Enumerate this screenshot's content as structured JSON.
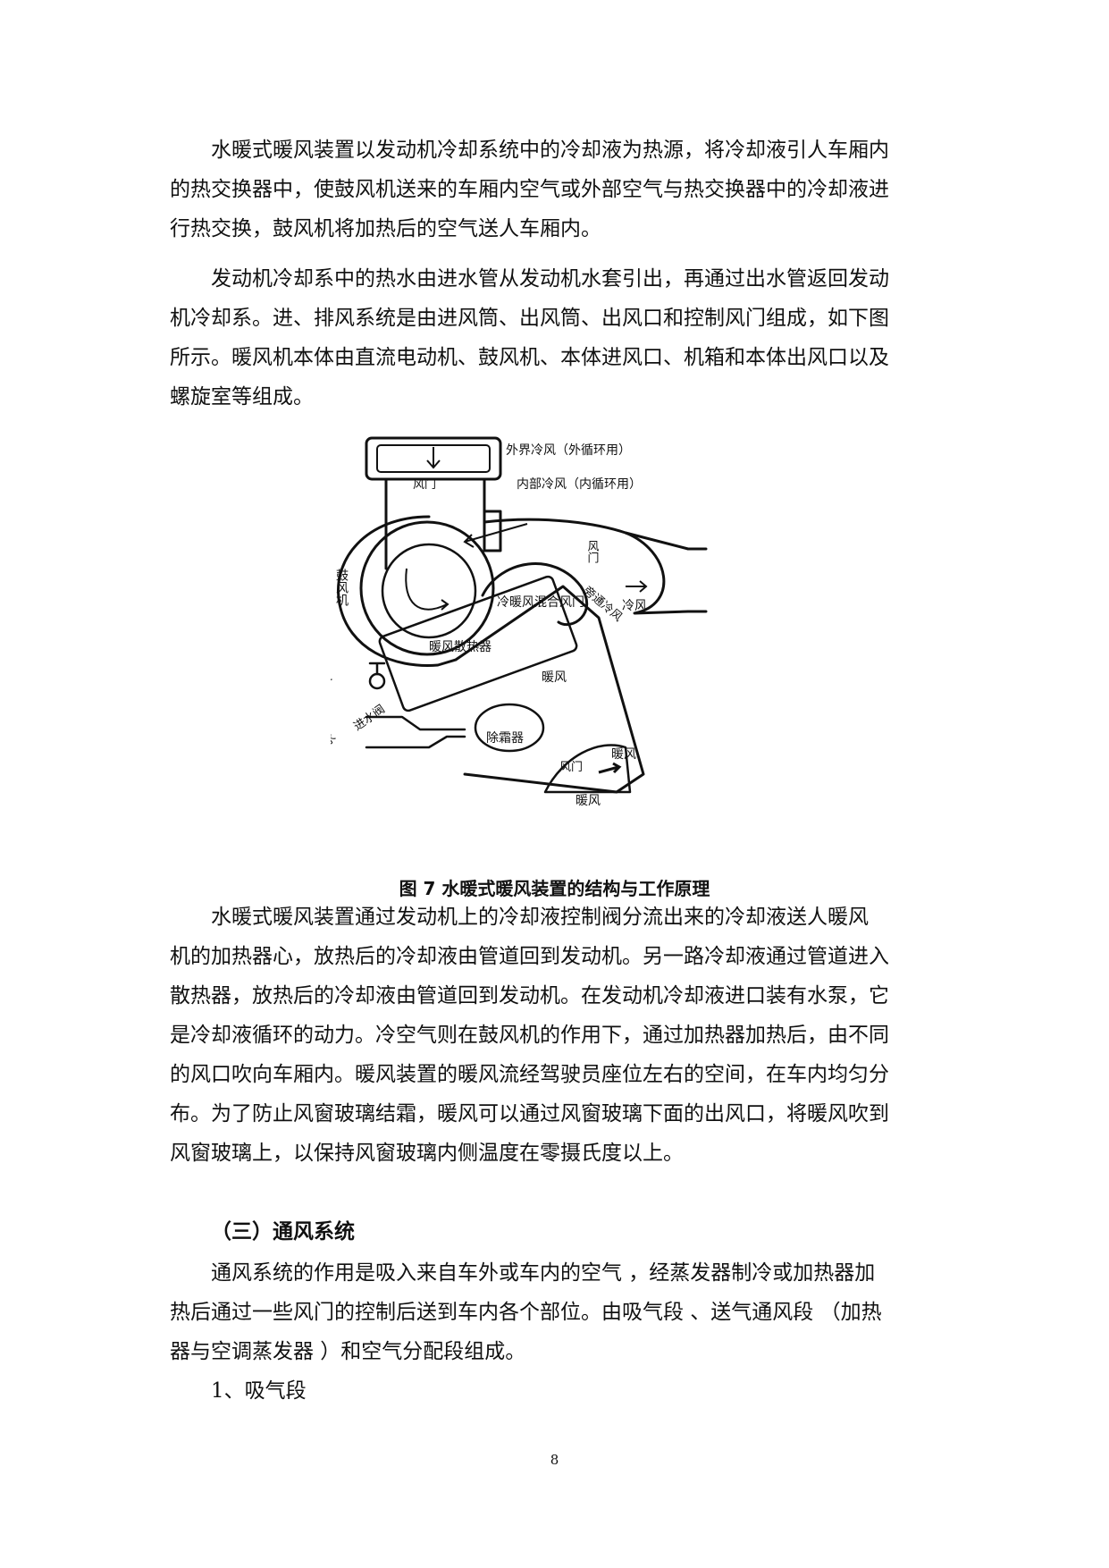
{
  "paragraphs": {
    "p1": [
      "水暖式暖风装置以发动机冷却系统中的冷却液为热源，将冷却液引人车厢内",
      "的热交换器中，使鼓风机送来的车厢内空气或外部空气与热交换器中的冷却液进",
      "行热交换，鼓风机将加热后的空气送人车厢内。"
    ],
    "p2": [
      "发动机冷却系中的热水由进水管从发动机水套引出，再通过出水管返回发动",
      "机冷却系。进、排风系统是由进风筒、出风筒、出风口和控制风门组成，如下图",
      "所示。暖风机本体由直流电动机、鼓风机、本体进风口、机箱和本体出风口以及",
      "螺旋室等组成。"
    ],
    "p3": [
      "水暖式暖风装置通过发动机上的冷却液控制阀分流出来的冷却液送人暖风",
      "机的加热器心，放热后的冷却液由管道回到发动机。另一路冷却液通过管道进入",
      "散热器，放热后的冷却液由管道回到发动机。在发动机冷却液进口装有水泵，它",
      "是冷却液循环的动力。冷空气则在鼓风机的作用下，通过加热器加热后，由不同",
      "的风口吹向车厢内。暖风装置的暖风流经驾驶员座位左右的空间，在车内均匀分",
      "布。为了防止风窗玻璃结霜，暖风可以通过风窗玻璃下面的出风口，将暖风吹到",
      "风窗玻璃上，以保持风窗玻璃内侧温度在零摄氏度以上。"
    ],
    "p4": [
      "通风系统的作用是吸入来自车外或车内的空气 ，经蒸发器制冷或加热器加",
      "热后通过一些风门的控制后送到车内各个部位。由吸气段 、送气通风段 （加热",
      "器与空调蒸发器 ）和空气分配段组成。"
    ],
    "p5": [
      "1、吸气段"
    ]
  },
  "figure": {
    "caption": "图 7 水暖式暖风装置的结构与工作原理",
    "labels": {
      "outer_cold": "外界冷风（外循环用）",
      "damper_top": "风门",
      "inner_cold": "内部冷风（内循环用）",
      "blower": "鼓风机",
      "damper_right": "风门",
      "cold_air": "冷风",
      "mix_damper": "冷暖风混合风门",
      "bypass_cold": "旁通冷风",
      "heater_core": "暖风散热器",
      "water_in": "进水",
      "inlet_valve": "进水阀",
      "warm_air_mid": "暖风",
      "defroster": "除霜器",
      "water_out": "出水",
      "damper_bottom": "风门",
      "warm_air_right": "暖风",
      "warm_air_bottom": "暖风"
    }
  },
  "section_heading": "（三）通风系统",
  "page_number": "8"
}
